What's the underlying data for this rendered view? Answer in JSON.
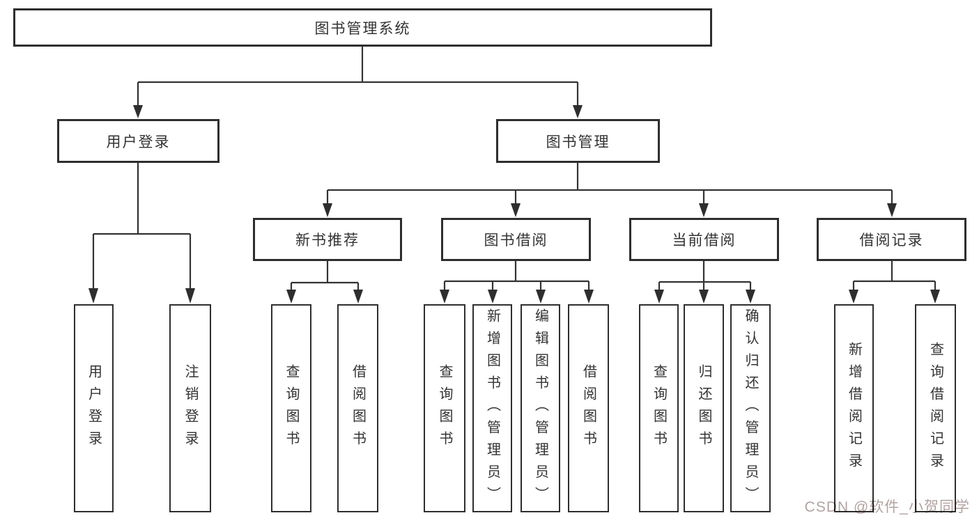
{
  "diagram": {
    "title": "图书管理系统",
    "nodes": {
      "root": "图书管理系统",
      "user_login": "用户登录",
      "book_management": "图书管理",
      "new_book_recommend": "新书推荐",
      "book_borrow": "图书借阅",
      "current_borrow": "当前借阅",
      "borrow_records": "借阅记录",
      "leaf_user_login": "用户登录",
      "leaf_logout": "注销登录",
      "leaf_nb_query_book": "查询图书",
      "leaf_nb_borrow_book": "借阅图书",
      "leaf_bb_query_book": "查询图书",
      "leaf_bb_add_book": "新增图书（管理员）",
      "leaf_bb_edit_book": "编辑图书（管理员）",
      "leaf_bb_borrow_book": "借阅图书",
      "leaf_cb_query_book": "查询图书",
      "leaf_cb_return_book": "归还图书",
      "leaf_cb_confirm_return": "确认归还（管理员）",
      "leaf_br_add_record": "新增借阅记录",
      "leaf_br_query_record": "查询借阅记录"
    },
    "hierarchy": {
      "图书管理系统": {
        "用户登录": [
          "用户登录",
          "注销登录"
        ],
        "图书管理": {
          "新书推荐": [
            "查询图书",
            "借阅图书"
          ],
          "图书借阅": [
            "查询图书",
            "新增图书（管理员）",
            "编辑图书（管理员）",
            "借阅图书"
          ],
          "当前借阅": [
            "查询图书",
            "归还图书",
            "确认归还（管理员）"
          ],
          "借阅记录": [
            "新增借阅记录",
            "查询借阅记录"
          ]
        }
      }
    }
  },
  "watermark": {
    "text": "CSDN @软件_小贺同学",
    "color": "#b3a2a2"
  },
  "colors": {
    "line": "#333333",
    "border": "#2e2e2e",
    "text": "#333333",
    "background": "#ffffff"
  }
}
